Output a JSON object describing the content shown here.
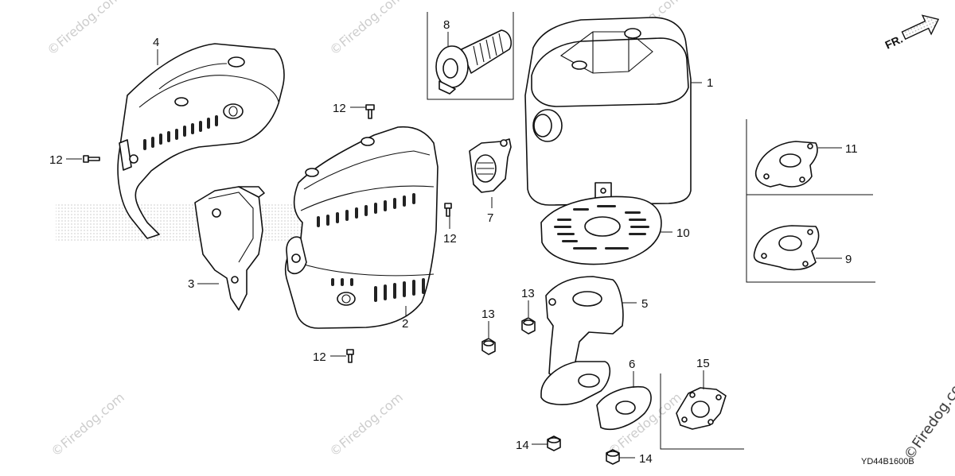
{
  "diagram": {
    "fr_label": "FR.",
    "code": "YD44B1600B",
    "watermark": "©Firedog.com",
    "callouts": [
      {
        "id": "c1",
        "label": "1"
      },
      {
        "id": "c2",
        "label": "2"
      },
      {
        "id": "c3",
        "label": "3"
      },
      {
        "id": "c4",
        "label": "4"
      },
      {
        "id": "c5",
        "label": "5"
      },
      {
        "id": "c6",
        "label": "6"
      },
      {
        "id": "c7",
        "label": "7"
      },
      {
        "id": "c8",
        "label": "8"
      },
      {
        "id": "c9",
        "label": "9"
      },
      {
        "id": "c10",
        "label": "10"
      },
      {
        "id": "c11",
        "label": "11"
      },
      {
        "id": "c12a",
        "label": "12"
      },
      {
        "id": "c12b",
        "label": "12"
      },
      {
        "id": "c12c",
        "label": "12"
      },
      {
        "id": "c12d",
        "label": "12"
      },
      {
        "id": "c13a",
        "label": "13"
      },
      {
        "id": "c13b",
        "label": "13"
      },
      {
        "id": "c14a",
        "label": "14"
      },
      {
        "id": "c14b",
        "label": "14"
      },
      {
        "id": "c15",
        "label": "15"
      }
    ]
  }
}
